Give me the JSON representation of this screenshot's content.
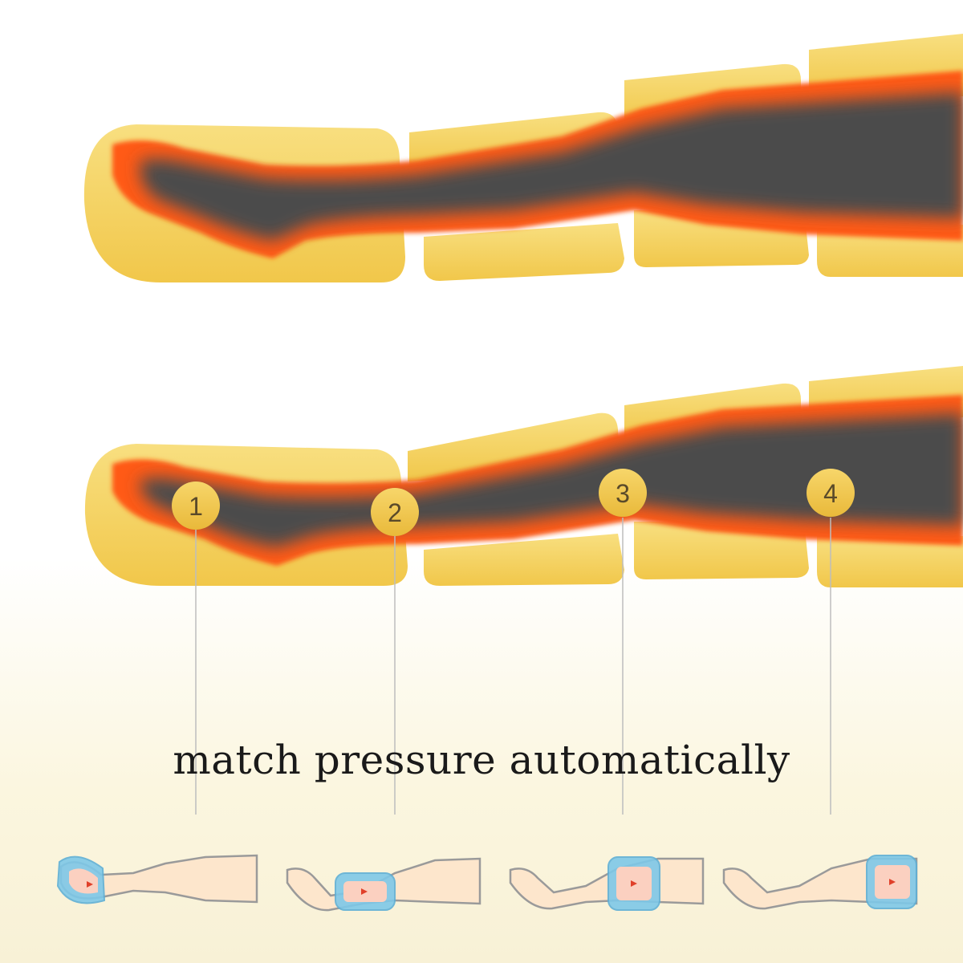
{
  "caption": "match pressure automatically",
  "markers": [
    "1",
    "2",
    "3",
    "4"
  ],
  "colors": {
    "pad": "#f2c94c",
    "pad_light": "#f7dc7c",
    "heat": "#ff5a14",
    "leg_core": "#4a4a4a",
    "marker": "#f0c244",
    "marker_text": "#5a4a2a",
    "mini_cuff": "#7ec8e8",
    "mini_skin": "#fde6cc"
  },
  "icons": [
    "leg-outline-icon",
    "air-cuff-icon",
    "arrow-icon"
  ],
  "active_chambers": [
    1,
    2,
    3,
    4
  ]
}
